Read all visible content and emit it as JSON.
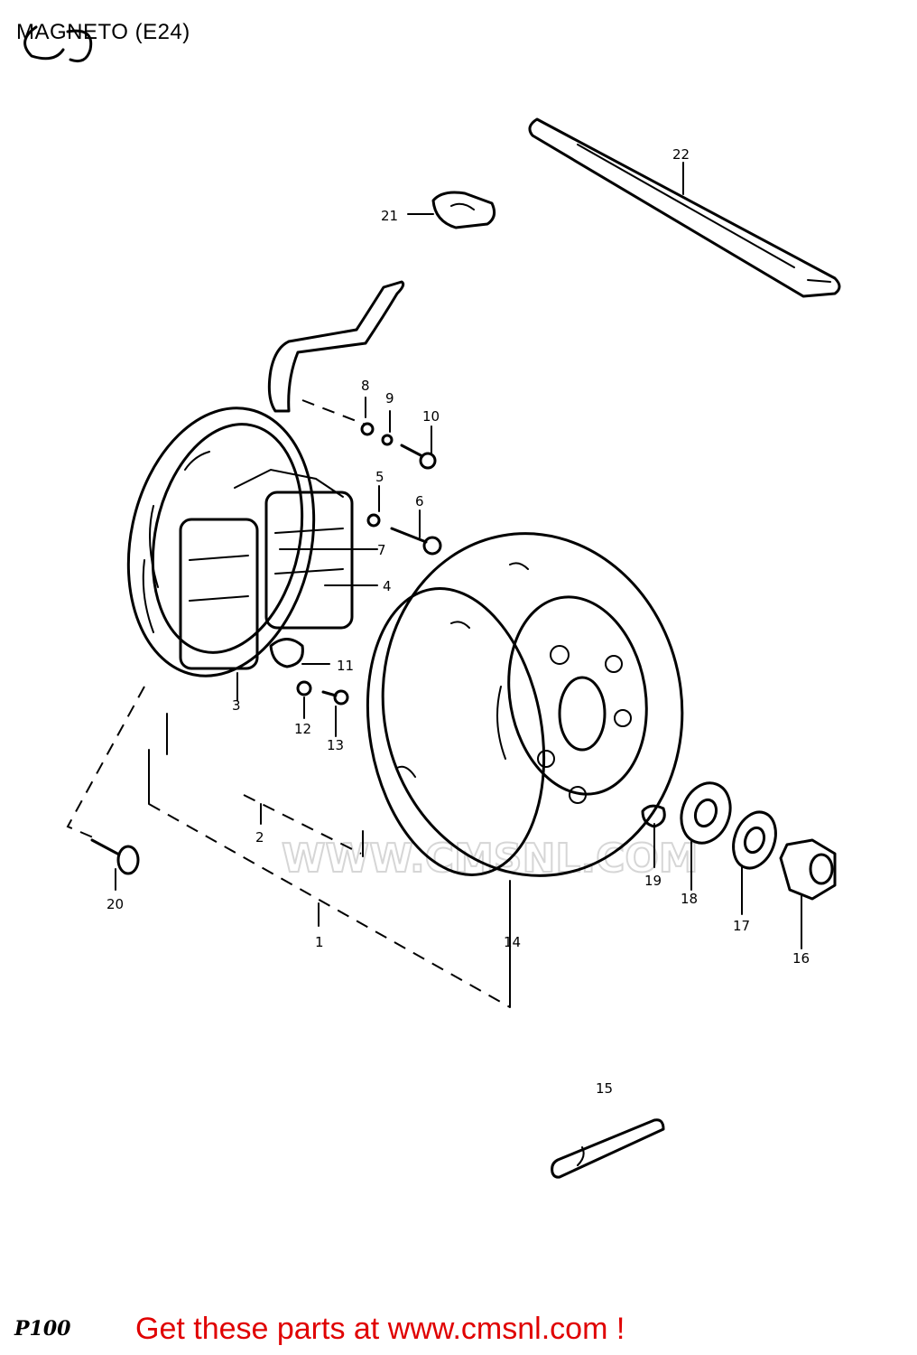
{
  "diagram": {
    "title": "MAGNETO (E24)",
    "model_code": "P100",
    "watermark": "WWW.CMSNL.COM",
    "footer_text": "Get these parts at www.cmsnl.com !",
    "footer_color": "#e00000",
    "part_labels": [
      "1",
      "2",
      "3",
      "4",
      "5",
      "6",
      "7",
      "8",
      "9",
      "10",
      "11",
      "12",
      "13",
      "14",
      "15",
      "16",
      "17",
      "18",
      "19",
      "20",
      "21",
      "22"
    ]
  }
}
